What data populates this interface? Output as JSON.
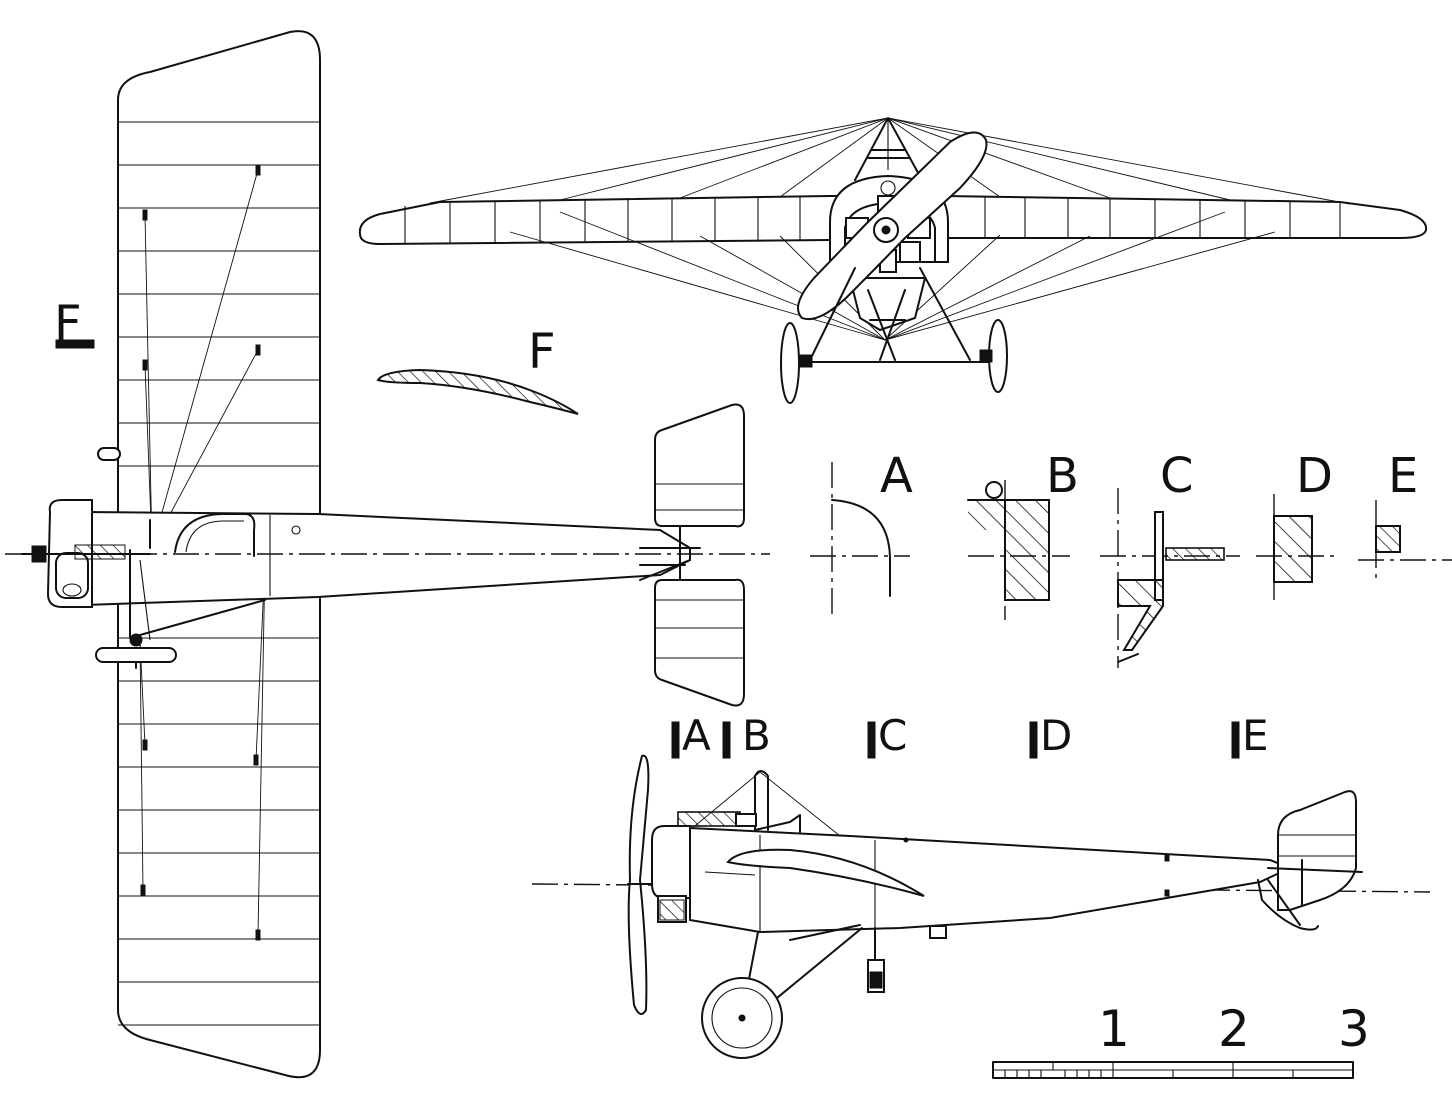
{
  "labels": {
    "top_view": "F",
    "airfoil": "F",
    "sec_a": "A",
    "sec_b": "B",
    "sec_c": "C",
    "sec_d": "D",
    "sec_e": "E",
    "st_a": "A",
    "st_b": "B",
    "st_c": "C",
    "st_d": "D",
    "st_e": "E"
  },
  "scale_bar": {
    "ticks": [
      "1",
      "2",
      "3"
    ]
  }
}
